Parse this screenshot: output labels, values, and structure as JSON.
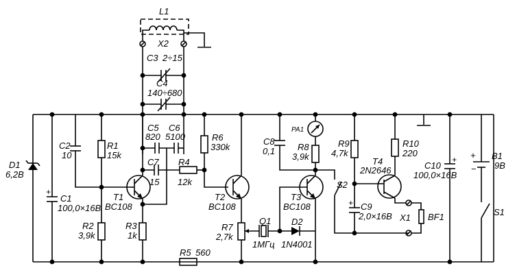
{
  "components": {
    "L1": {
      "name": "L1",
      "value": ""
    },
    "X2": {
      "name": "X2",
      "value": ""
    },
    "C3": {
      "name": "C3",
      "value": "2÷15"
    },
    "C4": {
      "name": "C4",
      "value": "140÷680"
    },
    "C5": {
      "name": "C5",
      "value": "820"
    },
    "C6": {
      "name": "C6",
      "value": "5100"
    },
    "C7": {
      "name": "C7",
      "value": "15"
    },
    "C2": {
      "name": "C2",
      "value": "10"
    },
    "R1": {
      "name": "R1",
      "value": "15k"
    },
    "D1": {
      "name": "D1",
      "value": "6,2B"
    },
    "C1": {
      "name": "C1",
      "value": "100,0×16B"
    },
    "T1": {
      "name": "T1",
      "value": "BC108"
    },
    "R2": {
      "name": "R2",
      "value": "3,9k"
    },
    "R3": {
      "name": "R3",
      "value": "1k"
    },
    "R4": {
      "name": "R4",
      "value": "12k"
    },
    "R5": {
      "name": "R5",
      "value": "560"
    },
    "R6": {
      "name": "R6",
      "value": "330k"
    },
    "T2": {
      "name": "T2",
      "value": "BC108"
    },
    "R7": {
      "name": "R7",
      "value": "2,7k"
    },
    "Q1": {
      "name": "Q1",
      "value": "1МГц"
    },
    "C8": {
      "name": "C8",
      "value": "0,1"
    },
    "PA1": {
      "name": "PA1",
      "value": ""
    },
    "R8": {
      "name": "R8",
      "value": "3,9k"
    },
    "T3": {
      "name": "T3",
      "value": "BC108"
    },
    "D2": {
      "name": "D2",
      "value": "1N4001"
    },
    "S2": {
      "name": "S2",
      "value": ""
    },
    "R9": {
      "name": "R9",
      "value": "4,7k"
    },
    "R10": {
      "name": "R10",
      "value": "220"
    },
    "T4": {
      "name": "T4",
      "value": "2N2646"
    },
    "C9": {
      "name": "C9",
      "value": "2,0×16B"
    },
    "X1": {
      "name": "X1",
      "value": ""
    },
    "BF1": {
      "name": "BF1",
      "value": ""
    },
    "C10": {
      "name": "C10",
      "value": "100,0×16B"
    },
    "B1": {
      "name": "B1",
      "value": "9B"
    },
    "S1": {
      "name": "S1",
      "value": ""
    }
  },
  "polarity": {
    "plus": "+",
    "minus": "−"
  }
}
